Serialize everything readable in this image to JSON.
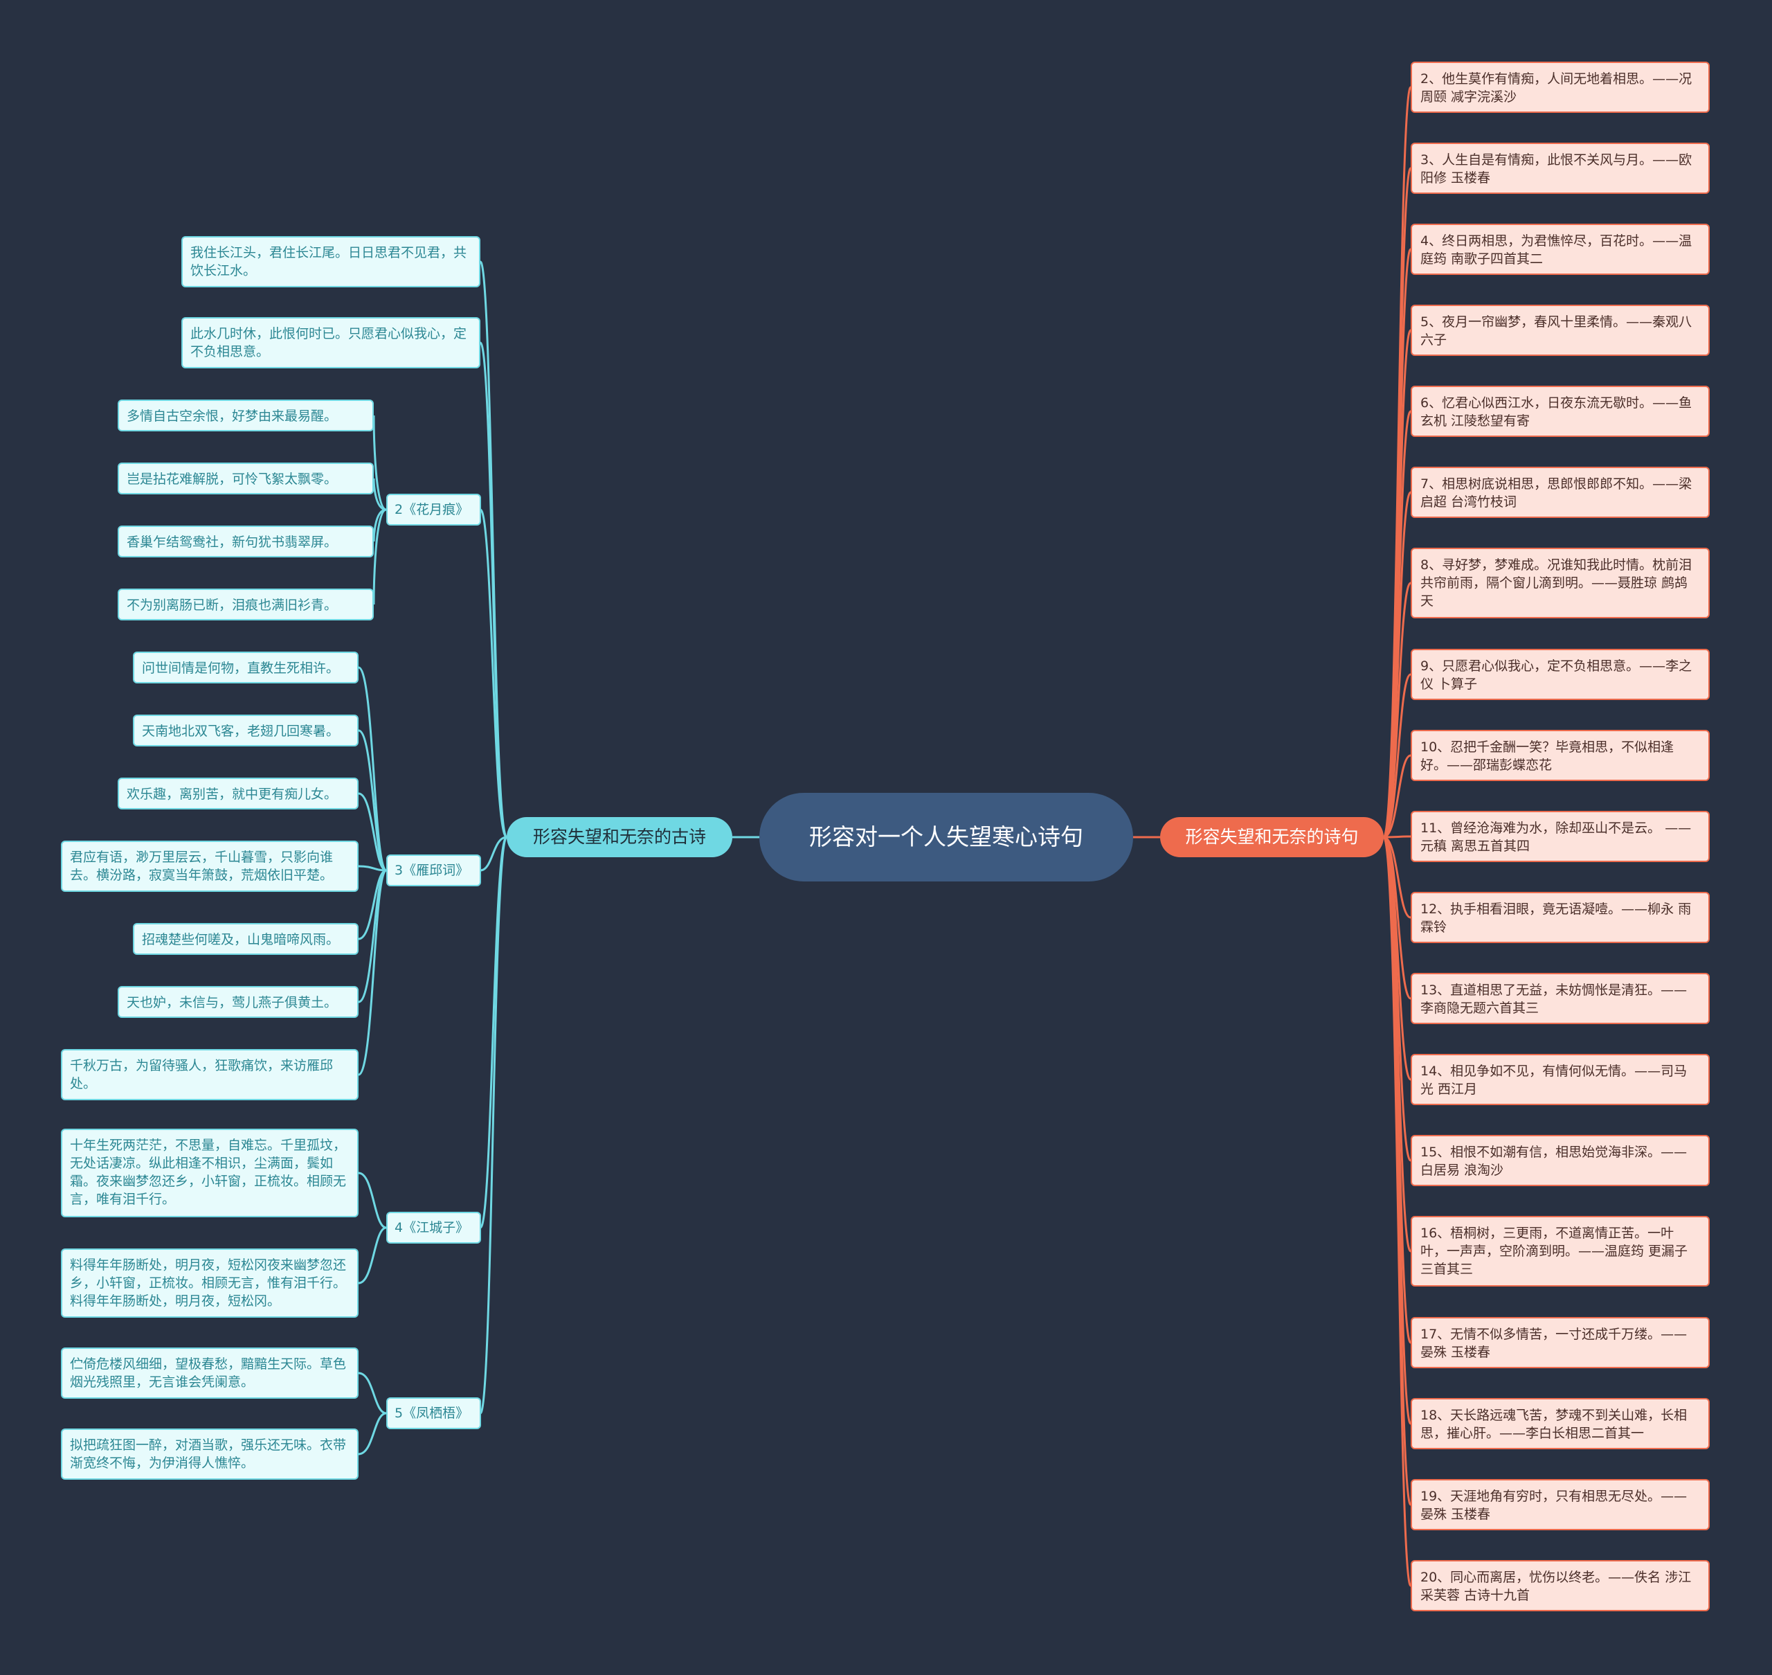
{
  "root": {
    "title": "形容对一个人失望寒心诗句"
  },
  "left_branch": {
    "label": "形容失望和无奈的古诗",
    "items": [
      {
        "text": "我住长江头，君住长江尾。日日思君不见君，共饮长江水。"
      },
      {
        "text": "此水几时休，此恨何时已。只愿君心似我心，定不负相思意。"
      },
      {
        "title": "2《花月痕》",
        "children": [
          "多情自古空余恨，好梦由来最易醒。",
          "岂是拈花难解脱，可怜飞絮太飘零。",
          "香巢乍结鸳鸯社，新句犹书翡翠屏。",
          "不为别离肠已断，泪痕也满旧衫青。"
        ]
      },
      {
        "title": "3《雁邱词》",
        "children": [
          "问世间情是何物，直教生死相许。",
          "天南地北双飞客，老翅几回寒暑。",
          "欢乐趣，离别苦，就中更有痴儿女。",
          "君应有语，渺万里层云，千山暮雪，只影向谁去。横汾路，寂寞当年箫鼓，荒烟依旧平楚。",
          "招魂楚些何嗟及，山鬼暗啼风雨。",
          "天也妒，未信与，莺儿燕子俱黄土。",
          "千秋万古，为留待骚人，狂歌痛饮，来访雁邱处。"
        ]
      },
      {
        "title": "4《江城子》",
        "children": [
          "十年生死两茫茫，不思量，自难忘。千里孤坟，无处话凄凉。纵此相逢不相识，尘满面，鬓如霜。夜来幽梦忽还乡，小轩窗，正梳妆。相顾无言，唯有泪千行。",
          "料得年年肠断处，明月夜，短松冈夜来幽梦忽还乡，小轩窗，正梳妆。相顾无言，惟有泪千行。料得年年肠断处，明月夜，短松冈。"
        ]
      },
      {
        "title": "5《凤栖梧》",
        "children": [
          "伫倚危楼风细细，望极春愁，黯黯生天际。草色烟光残照里，无言谁会凭阑意。",
          "拟把疏狂图一醉，对酒当歌，强乐还无味。衣带渐宽终不悔，为伊消得人憔悴。"
        ]
      }
    ]
  },
  "right_branch": {
    "label": "形容失望和无奈的诗句",
    "items": [
      "2、他生莫作有情痴，人间无地着相思。——况周颐 减字浣溪沙",
      "3、人生自是有情痴，此恨不关风与月。——欧阳修 玉楼春",
      "4、终日两相思，为君憔悴尽，百花时。——温庭筠 南歌子四首其二",
      "5、夜月一帘幽梦，春风十里柔情。——秦观八六子",
      "6、忆君心似西江水，日夜东流无歇时。——鱼玄机 江陵愁望有寄",
      "7、相思树底说相思，思郎恨郎郎不知。——梁启超 台湾竹枝词",
      "8、寻好梦，梦难成。况谁知我此时情。枕前泪共帘前雨，隔个窗儿滴到明。——聂胜琼 鹧鸪天",
      "9、只愿君心似我心，定不负相思意。——李之仪 卜算子",
      "10、忍把千金酬一笑？毕竟相思，不似相逢好。——邵瑞彭蝶恋花",
      "11、曾经沧海难为水，除却巫山不是云。 ——元稹 离思五首其四",
      "12、执手相看泪眼，竟无语凝噎。——柳永 雨霖铃",
      "13、直道相思了无益，未妨惆怅是清狂。——李商隐无题六首其三",
      "14、相见争如不见，有情何似无情。——司马光 西江月",
      "15、相恨不如潮有信，相思始觉海非深。——白居易 浪淘沙",
      "16、梧桐树，三更雨，不道离情正苦。一叶叶，一声声，空阶滴到明。——温庭筠 更漏子三首其三",
      "17、无情不似多情苦，一寸还成千万缕。——晏殊 玉楼春",
      "18、天长路远魂飞苦，梦魂不到关山难，长相思，摧心肝。——李白长相思二首其一",
      "19、天涯地角有穷时，只有相思无尽处。——晏殊 玉楼春",
      "20、同心而离居，忧伤以终老。——佚名 涉江采芙蓉 古诗十九首"
    ]
  },
  "colors": {
    "background": "#283142",
    "root": "#3d5a80",
    "left": "#6fd8e3",
    "right": "#ee6b4d"
  }
}
